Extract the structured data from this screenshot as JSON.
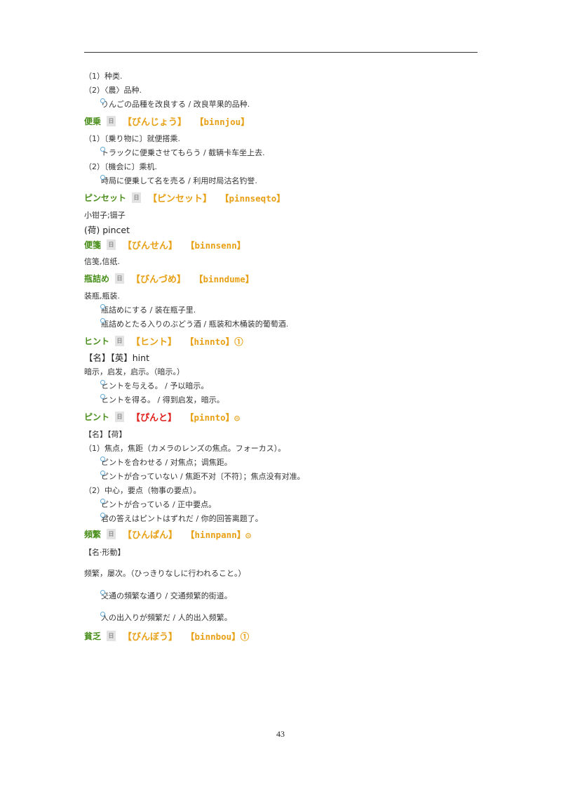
{
  "page_number": "43",
  "blocks": [
    {
      "kind": "line",
      "text": "（1）种类."
    },
    {
      "kind": "line",
      "text": "（2）〈農〉品种."
    },
    {
      "kind": "example",
      "text": "りんごの品種を改良する / 改良苹果的品种."
    },
    {
      "kind": "headword",
      "word": "便乗",
      "icon": "日",
      "kana": "【びんじょう】",
      "romaji": "【binnjou】",
      "accent": "",
      "kana_red": false
    },
    {
      "kind": "line",
      "text": "（1）〔乗り物に〕就便搭乘."
    },
    {
      "kind": "example",
      "text": "トラックに便乗させてもらう / 截辆卡车坐上去."
    },
    {
      "kind": "line",
      "text": "（2）〔機会に〕乘机."
    },
    {
      "kind": "example",
      "text": "時局に便乗して名を売る / 利用时局沽名钓誉."
    },
    {
      "kind": "headword",
      "word": "ピンセット",
      "icon": "日",
      "kana": "【ピンセット】",
      "romaji": "【pinnseqto】",
      "accent": "",
      "kana_red": false
    },
    {
      "kind": "line",
      "text": "小钳子;镊子"
    },
    {
      "kind": "line",
      "big": true,
      "text": "(荷) pincet"
    },
    {
      "kind": "headword",
      "word": "便箋",
      "icon": "日",
      "kana": "【びんせん】",
      "romaji": "【binnsenn】",
      "accent": "",
      "kana_red": false
    },
    {
      "kind": "line",
      "text": "信笺,信纸."
    },
    {
      "kind": "headword",
      "word": "瓶詰め",
      "icon": "日",
      "kana": "【びんづめ】",
      "romaji": "【binndume】",
      "accent": "",
      "kana_red": false
    },
    {
      "kind": "line",
      "text": "装瓶,瓶装."
    },
    {
      "kind": "example",
      "text": "瓶詰めにする / 装在瓶子里."
    },
    {
      "kind": "example",
      "text": "瓶詰めとたる入りのぶどう酒 / 瓶装和木桶装的葡萄酒."
    },
    {
      "kind": "headword",
      "word": "ヒント",
      "icon": "日",
      "kana": "【ヒント】",
      "romaji": "【hinnto】",
      "accent": "①",
      "kana_red": false
    },
    {
      "kind": "line",
      "big": true,
      "text": "【名】【英】hint"
    },
    {
      "kind": "line",
      "text": "暗示，启发，启示。（暗示。）"
    },
    {
      "kind": "example",
      "text": "ヒントを与える。 / 予以暗示。"
    },
    {
      "kind": "example",
      "text": "ヒントを得る。 / 得到启发，暗示。"
    },
    {
      "kind": "headword",
      "word": "ピント",
      "icon": "日",
      "kana": "【ぴんと】",
      "romaji": "【pinnto】",
      "accent": "◎",
      "kana_red": true
    },
    {
      "kind": "line",
      "text": "【名】【荷】"
    },
    {
      "kind": "line",
      "text": "（1）焦点，焦距（カメラのレンズの焦点。フォーカス）。"
    },
    {
      "kind": "example",
      "text": "ピントを合わせる / 对焦点；调焦距。"
    },
    {
      "kind": "example",
      "text": "ピントが合っていない / 焦距不对〔不符〕；焦点没有对准。"
    },
    {
      "kind": "line",
      "text": "（2）中心，要点（物事の要点）。"
    },
    {
      "kind": "example",
      "text": "ピントが合っている / 正中要点。"
    },
    {
      "kind": "example",
      "text": "君の答えはピントはずれだ / 你的回答离题了。"
    },
    {
      "kind": "headword",
      "word": "頻繁",
      "icon": "日",
      "kana": "【ひんぱん】",
      "romaji": "【hinnpann】",
      "accent": "◎",
      "kana_red": false
    },
    {
      "kind": "line",
      "text": "【名·形動】"
    },
    {
      "kind": "line",
      "text": "频繁，屡次。（ひっきりなしに行われること。）"
    },
    {
      "kind": "example",
      "text": "交通の頻繁な通り / 交通频繁的街道。"
    },
    {
      "kind": "example",
      "text": "人の出入りが頻繁だ / 人的出入频繁。"
    },
    {
      "kind": "headword",
      "word": "貧乏",
      "icon": "日",
      "kana": "【びんぼう】",
      "romaji": "【binnbou】",
      "accent": "①",
      "kana_red": false
    }
  ]
}
